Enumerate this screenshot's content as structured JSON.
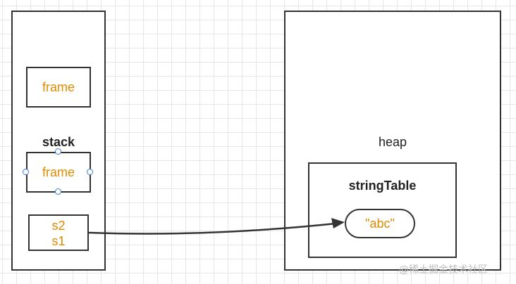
{
  "stack": {
    "title": "stack",
    "frame_top": "frame",
    "frame_selected": "frame",
    "var_s2": "s2",
    "var_s1": "s1"
  },
  "heap": {
    "title": "heap",
    "string_table": {
      "title": "stringTable",
      "entry": "\"abc\""
    }
  },
  "watermark": "@稀土掘金技术社区",
  "colors": {
    "label": "#e08a00",
    "border": "#333333",
    "selection": "#3a7bd5"
  }
}
